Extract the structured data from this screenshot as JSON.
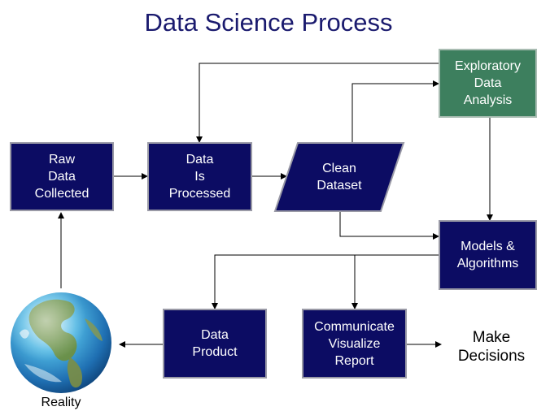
{
  "title": "Data Science Process",
  "nodes": {
    "raw": [
      "Raw",
      "Data",
      "Collected"
    ],
    "processed": [
      "Data",
      "Is",
      "Processed"
    ],
    "clean": [
      "Clean",
      "Dataset"
    ],
    "eda": [
      "Exploratory",
      "Data",
      "Analysis"
    ],
    "models": [
      "Models &",
      "Algorithms"
    ],
    "product": [
      "Data",
      "Product"
    ],
    "communicate": [
      "Communicate",
      "Visualize",
      "Report"
    ],
    "decisions": [
      "Make",
      "Decisions"
    ],
    "reality": "Reality"
  },
  "colors": {
    "navy": "#0c0c63",
    "green": "#3d7f5e",
    "title": "#1a1a6e"
  },
  "icons": {
    "globe": "globe-icon"
  }
}
